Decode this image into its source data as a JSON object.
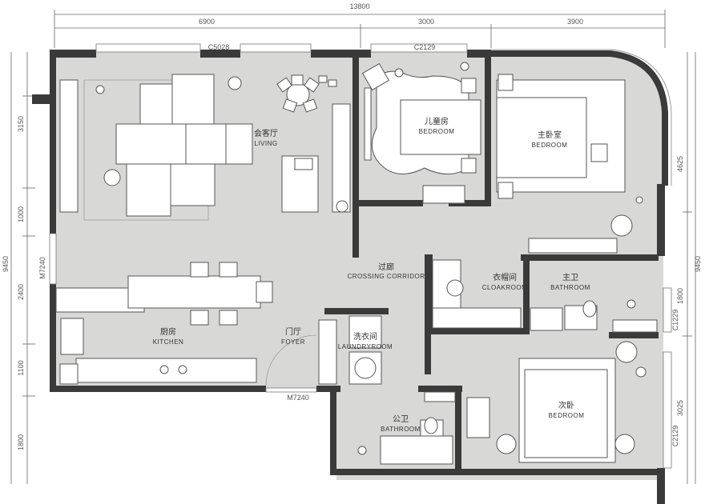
{
  "dimensions": {
    "total_width": "13800",
    "top_segments": [
      "6900",
      "3000",
      "3900"
    ],
    "total_height": "9450",
    "left_segments": [
      "3150",
      "1000",
      "2400",
      "1100",
      "1800"
    ],
    "right_segments": [
      "4625",
      "1800",
      "3025"
    ]
  },
  "windows": {
    "living": "C5028",
    "kids": "C2129",
    "master_bath": "C1229",
    "second_bed": "C2129",
    "left_door": "M7240",
    "bottom_door": "M7240"
  },
  "rooms": {
    "living": {
      "cn": "会客厅",
      "en": "LIVING"
    },
    "kids": {
      "cn": "儿童房",
      "en": "BEDROOM"
    },
    "master": {
      "cn": "主卧室",
      "en": "BEDROOM"
    },
    "corridor": {
      "cn": "过廊",
      "en": "CROSSING CORRIDOR"
    },
    "cloak": {
      "cn": "衣帽间",
      "en": "CLOAKROOM"
    },
    "master_bath": {
      "cn": "主卫",
      "en": "BATHROOM"
    },
    "kitchen": {
      "cn": "厨房",
      "en": "KITCHEN"
    },
    "foyer": {
      "cn": "门厅",
      "en": "FOYER"
    },
    "laundry": {
      "cn": "洗衣间",
      "en": "LAUNDRYROOM"
    },
    "bathroom": {
      "cn": "公卫",
      "en": "BATHROOM"
    },
    "second": {
      "cn": "次卧",
      "en": "BEDROOM"
    }
  },
  "colors": {
    "wall": "#3a3a3a",
    "floor": "#d8d8d6",
    "furniture": "#ffffff"
  }
}
